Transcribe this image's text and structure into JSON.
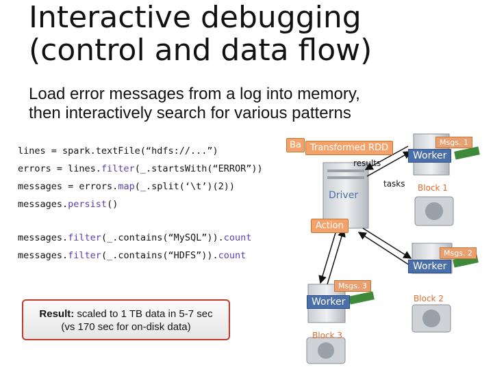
{
  "slide": {
    "title_line1": "Interactive debugging",
    "title_line2": "(control and data flow)",
    "subtitle_line1": "Load error messages from a log into memory,",
    "subtitle_line2": "then interactively search for various patterns"
  },
  "code": {
    "line1": "lines = spark.textFile(“hdfs://...”)",
    "line2_pre": "errors = lines.",
    "line2_fn": "filter",
    "line2_post": "(_.startsWith(“ERROR”))",
    "line3_pre": "messages = errors.",
    "line3_fn": "map",
    "line3_post": "(_.split(‘\\t’)(2))",
    "line4_pre": "messages.",
    "line4_fn": "persist",
    "line4_post": "()",
    "line5_pre": "messages.",
    "line5_fn": "filter",
    "line5_mid": "(_.contains(“MySQL”)).",
    "line5_fn2": "count",
    "line6_pre": "messages.",
    "line6_fn": "filter",
    "line6_mid": "(_.contains(“HDFS”)).",
    "line6_fn2": "count"
  },
  "diagram": {
    "base_rdd": "Ba",
    "transformed_rdd": "Transformed RDD",
    "results": "results",
    "tasks": "tasks",
    "driver": "Driver",
    "action": "Action",
    "worker1": {
      "label": "Worker",
      "msgs": "Msgs. 1",
      "block": "Block 1"
    },
    "worker2": {
      "label": "Worker",
      "msgs": "Msgs. 2",
      "block": "Block 2"
    },
    "worker3": {
      "label": "Worker",
      "msgs": "Msgs. 3",
      "block": "Block 3"
    }
  },
  "result": {
    "bold": "Result:",
    "line1": " scaled to 1 TB data in 5-7 sec",
    "line2": "(vs 170 sec for on-disk data)"
  },
  "colors": {
    "accent_orange": "#f3a26b",
    "worker_blue": "#4a6fa8",
    "block_orange": "#e06a2a",
    "result_border": "#c0392b"
  }
}
